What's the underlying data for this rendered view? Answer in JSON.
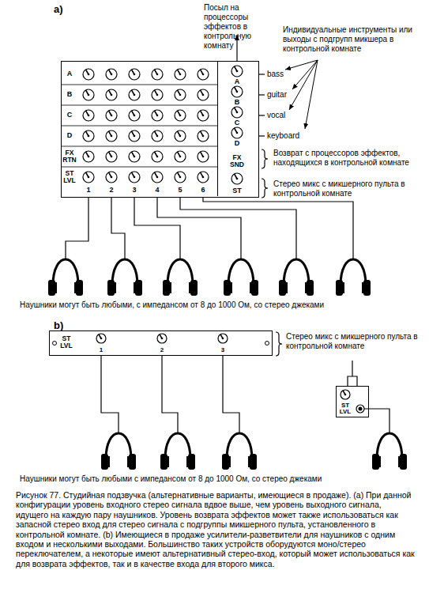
{
  "diagram": {
    "caption": "Рисунок 77. Студийная подзвучка (альтернативные варианты, имеющиеся в продаже). (a) При данной конфигурации уровень входного стерео сигнала вдвое выше, чем уровень выходного сигнала, идущего на каждую пару наушников. Уровень возврата эффектов может также использоваться как запасной стерео вход для стерео сигнала с подгруппы микшерного пульта, установленного в контрольной комнате. (b) Имеющиеся в продаже усилители-разветвители для наушников с одним входом и несколькими выходами. Большинство таких устройств оборудуются моно/стерео переключателем, а некоторые имеют альтернативный стерео-вход, который может использоваться как для возврата эффектов, так и в качестве входа для второго микса.",
    "nodes": [
      {
        "text": [
          "A",
          "B",
          "C",
          "D",
          "FX RTN",
          "ST LVL",
          "1",
          "2",
          "3",
          "4",
          "5",
          "6"
        ]
      },
      {
        "text": [
          "A",
          "B",
          "C",
          "D",
          "FX SND",
          "ST"
        ],
        "in": 0
      },
      {
        "text": [
          "ST LVL",
          "1",
          "2",
          "3"
        ]
      },
      {
        "text": [
          "ST LVL"
        ]
      }
    ],
    "labels": [
      "a)",
      "Посыл на процессоры эффектов в контрольную комнату",
      "Индивидуальные инструменты или выходы с подгрупп микшера в контрольной комнате",
      "bass",
      "guitar",
      "vocal",
      "keyboard",
      "Возврат с процессоров эффектов, находящихся в контрольной комнате",
      "Стерео микс с микшерного пульта в контрольной комнате",
      "Наушники могут быть любыми, с импедансом от 8 до 1000 Ом, со стерео джеками",
      "b)",
      "Стерео микс с микшерного пульта в контрольной комнате",
      "Наушники могут быть любыми с импедансом от 8 до 1000 Ом, со стерео джеками"
    ]
  }
}
